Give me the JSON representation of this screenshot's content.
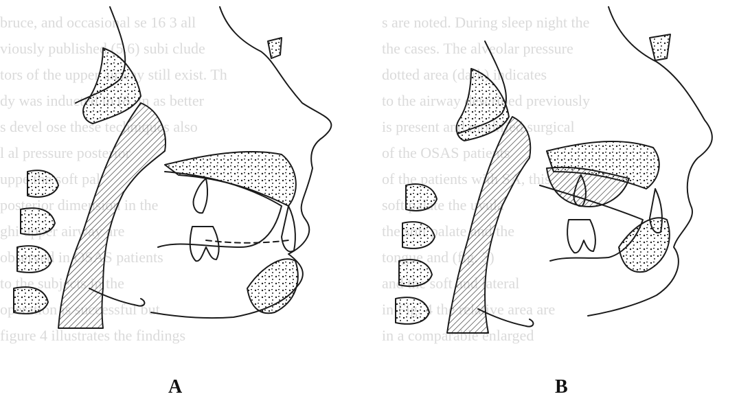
{
  "figure": {
    "panels": [
      {
        "id": "A",
        "label": "A"
      },
      {
        "id": "B",
        "label": "B"
      }
    ]
  },
  "background_text": {
    "panel_a": [
      "bruce, and occasional se 16 3 all",
      "viously published (5.6) subi clude",
      "tors of the upper airway still exist. Th",
      "dy was inducted in (8, in as better",
      "s devel ose these techniques also",
      "l al pressure posterior",
      "uppe the soft pal",
      "posterior dimension in the",
      "ghi upper airway are",
      "observed in OSAS patients",
      "to the subjects in the",
      "operation is successful but",
      "figure 4 illustrates the findings"
    ],
    "panel_b": [
      "s are noted. During sleep night the",
      "the cases. The alveolar pressure",
      "dotted area (dark) indicates",
      "to the airway described previously",
      "is present and modified surgical",
      "of the OSAS patients",
      "of the patients with SA, this",
      "soft palate the uvula",
      "the soft palate and the",
      "tongue and (fig. 3)",
      "and the soft and lateral",
      "in Fig. 4 the relative area are",
      "in a comparable enlarged"
    ]
  },
  "colors": {
    "ink": "#1a1a1a",
    "ghost": "#bdbdbd",
    "background": "#ffffff"
  }
}
